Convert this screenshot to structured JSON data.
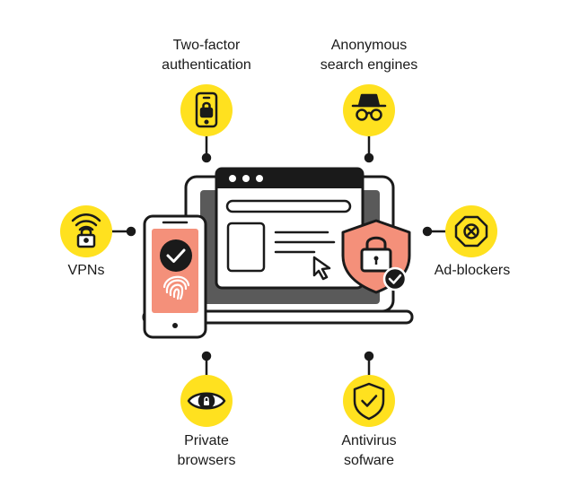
{
  "features": {
    "two_factor": {
      "line1": "Two-factor",
      "line2": "authentication",
      "icon": "smartphone-lock-icon"
    },
    "anonymous_search": {
      "line1": "Anonymous",
      "line2": "search engines",
      "icon": "incognito-icon"
    },
    "vpns": {
      "line1": "VPNs",
      "icon": "wifi-lock-icon"
    },
    "ad_blockers": {
      "line1": "Ad-blockers",
      "icon": "block-x-icon"
    },
    "private_browsers": {
      "line1": "Private",
      "line2": "browsers",
      "icon": "eye-lock-icon"
    },
    "antivirus": {
      "line1": "Antivirus",
      "line2": "sofware",
      "icon": "shield-check-icon"
    }
  },
  "colors": {
    "accent_yellow": "#ffe11f",
    "salmon": "#f4907a",
    "dark": "#1a1a1a",
    "screen_gray": "#5a5a5a"
  }
}
